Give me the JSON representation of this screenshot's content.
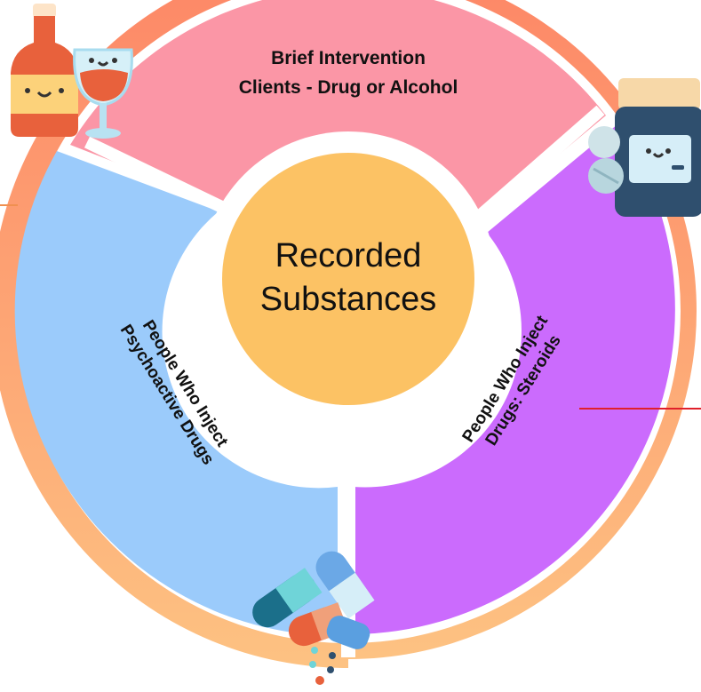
{
  "diagram": {
    "center": {
      "line1": "Recorded",
      "line2": "Substances"
    },
    "segments": [
      {
        "id": "top",
        "line1": "Brief Intervention",
        "line2": "Clients - Drug or Alcohol"
      },
      {
        "id": "left",
        "line1": "People Who Inject",
        "line2": "Psychoactive Drugs"
      },
      {
        "id": "right",
        "line1": "People Who Inject",
        "line2": "Drugs: Steroids"
      }
    ]
  },
  "colors": {
    "top_segment": "#fb96a6",
    "left_segment": "#9bcbfb",
    "right_segment": "#cb6bfd",
    "center": "#fcc264",
    "ring_dark": "#fd8666",
    "ring_light": "#fdbf7d",
    "line_accent": "#e0202a",
    "line_orange": "#f09050"
  },
  "icons": [
    "wine-bottle-icon",
    "wine-glass-icon",
    "pill-jar-icon",
    "capsules-icon"
  ]
}
